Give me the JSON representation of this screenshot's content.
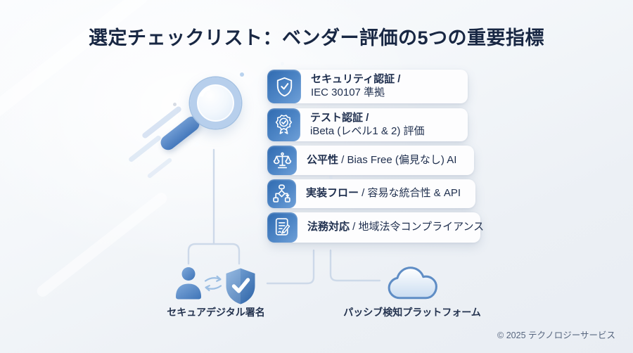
{
  "title": "選定チェックリスト：ベンダー評価の5つの重要指標",
  "checklist": {
    "items": [
      {
        "icon": "shield-check-icon",
        "bold": "セキュリティ認証 /",
        "rest": "",
        "line2": "IEC 30107 準拠"
      },
      {
        "icon": "medal-check-icon",
        "bold": "テスト認証 /",
        "rest": "",
        "line2": "iBeta (レベル1 & 2) 評価"
      },
      {
        "icon": "scales-icon",
        "bold": "公平性",
        "rest": " / Bias Free (偏見なし) AI",
        "line2": ""
      },
      {
        "icon": "flowchart-icon",
        "bold": "実装フロー",
        "rest": " / 容易な統合性 & API",
        "line2": ""
      },
      {
        "icon": "document-pen-icon",
        "bold": "法務対応",
        "rest": " / 地域法令コンプライアンス",
        "line2": ""
      }
    ]
  },
  "bottom": {
    "signature": {
      "icons": [
        "person-icon",
        "exchange-arrows-icon",
        "shield-badge-icon"
      ],
      "label": "セキュアデジタル署名"
    },
    "platform": {
      "icon": "cloud-icon",
      "label": "パッシブ検知プラットフォーム"
    }
  },
  "footer": {
    "copyright": "© 2025 テクノロジーサービス"
  },
  "colors": {
    "accent_blue": "#3a72b5",
    "tile_gradient_start": "#2f6ab0",
    "tile_gradient_end": "#6fa0d8",
    "text_navy": "#1e2d4e",
    "connector_line": "#cdd9e9",
    "background": "#eef1f6"
  }
}
